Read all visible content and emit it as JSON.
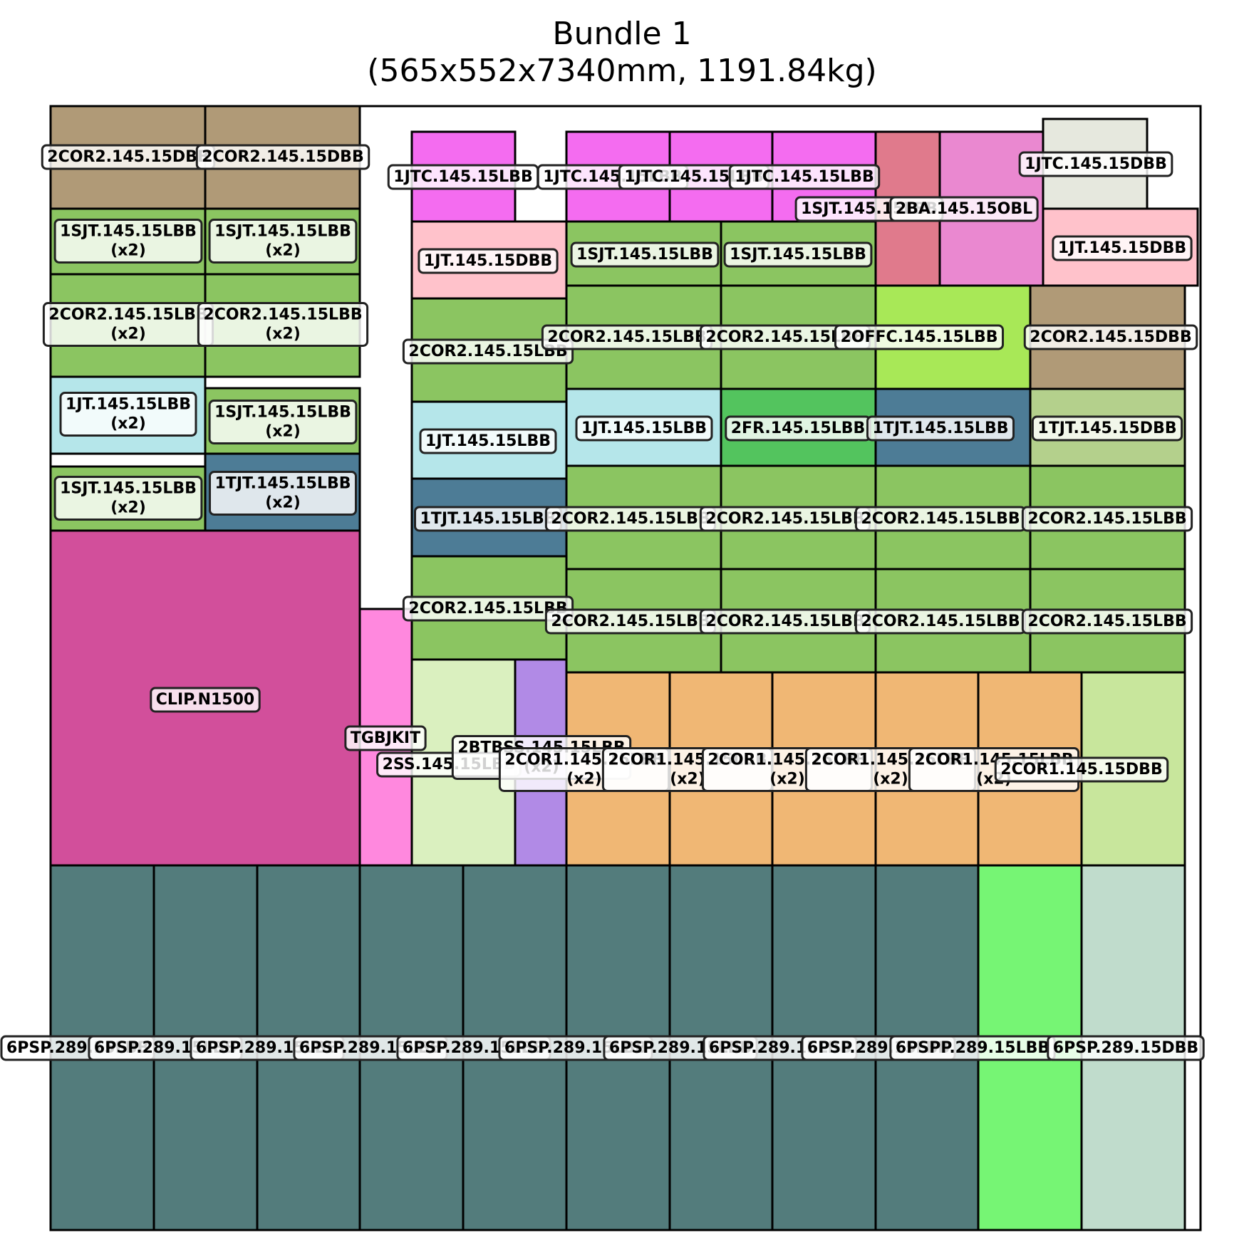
{
  "title_line1": "Bundle 1",
  "title_line2": "(565x552x7340mm, 1191.84kg)",
  "colors": {
    "cor_dbb": "#b09a77",
    "green_lbb": "#8bc561",
    "light_blue": "#b5e6ea",
    "steel_blue": "#4d7c96",
    "magenta_clip": "#d24f9b",
    "pink_tgbjkit": "#ff88de",
    "pink_jtc": "#f46cf0",
    "light_pink": "#ffc2cb",
    "rose_sjt": "#e07a8c",
    "orchid_ba": "#ea88d0",
    "pale_jtc_dbb": "#e6e8de",
    "lime_offc": "#a8e857",
    "green_fr": "#53c45e",
    "sage_tjt": "#b4d08c",
    "pale_green_ss": "#daf0bf",
    "purple_btbss": "#b18ae6",
    "orange_cor1": "#f0b774",
    "light_green_cor1": "#c8e69c",
    "teal_psp": "#537c7c",
    "bright_green_pspp": "#76f574",
    "mint_psp_dbb": "#c0dccc"
  },
  "pieces": [
    {
      "label": "2COR2.145.15DBB",
      "color": "cor_dbb"
    },
    {
      "label": "2COR2.145.15DBB",
      "color": "cor_dbb"
    },
    {
      "label": "1SJT.145.15LBB\n(x2)",
      "color": "green_lbb"
    },
    {
      "label": "1SJT.145.15LBB\n(x2)",
      "color": "green_lbb"
    },
    {
      "label": "2COR2.145.15LBB\n(x2)",
      "color": "green_lbb"
    },
    {
      "label": "2COR2.145.15LBB\n(x2)",
      "color": "green_lbb"
    },
    {
      "label": "1JT.145.15LBB\n(x2)",
      "color": "light_blue"
    },
    {
      "label": "1SJT.145.15LBB\n(x2)",
      "color": "green_lbb"
    },
    {
      "label": "1SJT.145.15LBB\n(x2)",
      "color": "green_lbb"
    },
    {
      "label": "1TJT.145.15LBB\n(x2)",
      "color": "steel_blue"
    },
    {
      "label": "CLIP.N1500",
      "color": "magenta_clip"
    },
    {
      "label": "TGBJKIT",
      "color": "pink_tgbjkit"
    },
    {
      "label": "1JTC.145.15LBB",
      "color": "pink_jtc"
    },
    {
      "label": "1JT.145.15DBB",
      "color": "light_pink"
    },
    {
      "label": "2COR2.145.15LBB",
      "color": "green_lbb"
    },
    {
      "label": "1JT.145.15LBB",
      "color": "light_blue"
    },
    {
      "label": "1TJT.145.15LBB",
      "color": "steel_blue"
    },
    {
      "label": "2COR2.145.15LBB",
      "color": "green_lbb"
    },
    {
      "label": "2SS.145.15LBB",
      "color": "pale_green_ss"
    },
    {
      "label": "2BTBSS.145.15LBB\n(x2)",
      "color": "purple_btbss"
    },
    {
      "label": "1JTC.145.15LBB",
      "color": "pink_jtc"
    },
    {
      "label": "1JTC.145.15LBB",
      "color": "pink_jtc"
    },
    {
      "label": "1JTC.145.15LBB",
      "color": "pink_jtc"
    },
    {
      "label": "1SJT.145.15LBB",
      "color": "rose_sjt"
    },
    {
      "label": "2BA.145.15OBL",
      "color": "orchid_ba"
    },
    {
      "label": "1JTC.145.15DBB",
      "color": "pale_jtc_dbb"
    },
    {
      "label": "1JT.145.15DBB",
      "color": "light_pink"
    },
    {
      "label": "1SJT.145.15LBB",
      "color": "green_lbb"
    },
    {
      "label": "1SJT.145.15LBB",
      "color": "green_lbb"
    },
    {
      "label": "2COR2.145.15LBB",
      "color": "green_lbb"
    },
    {
      "label": "2COR2.145.15LBB",
      "color": "green_lbb"
    },
    {
      "label": "2OFFC.145.15LBB",
      "color": "lime_offc"
    },
    {
      "label": "2COR2.145.15DBB",
      "color": "cor_dbb"
    },
    {
      "label": "1JT.145.15LBB",
      "color": "light_blue"
    },
    {
      "label": "2FR.145.15LBB",
      "color": "green_fr"
    },
    {
      "label": "1TJT.145.15LBB",
      "color": "steel_blue"
    },
    {
      "label": "1TJT.145.15DBB",
      "color": "sage_tjt"
    },
    {
      "label": "2COR2.145.15LBB",
      "color": "green_lbb"
    },
    {
      "label": "2COR2.145.15LBB",
      "color": "green_lbb"
    },
    {
      "label": "2COR2.145.15LBB",
      "color": "green_lbb"
    },
    {
      "label": "2COR2.145.15LBB",
      "color": "green_lbb"
    },
    {
      "label": "2COR2.145.15LBB",
      "color": "green_lbb"
    },
    {
      "label": "2COR2.145.15LBB",
      "color": "green_lbb"
    },
    {
      "label": "2COR2.145.15LBB",
      "color": "green_lbb"
    },
    {
      "label": "2COR2.145.15LBB",
      "color": "green_lbb"
    },
    {
      "label": "2COR1.145.15LBB\n(x2)",
      "color": "orange_cor1"
    },
    {
      "label": "2COR1.145.15LBB\n(x2)",
      "color": "orange_cor1"
    },
    {
      "label": "2COR1.145.15LBB\n(x2)",
      "color": "orange_cor1"
    },
    {
      "label": "2COR1.145.15LBB\n(x2)",
      "color": "orange_cor1"
    },
    {
      "label": "2COR1.145.15LBB\n(x2)",
      "color": "orange_cor1"
    },
    {
      "label": "2COR1.145.15DBB",
      "color": "light_green_cor1"
    },
    {
      "label": "6PSP.289.15LBB",
      "color": "teal_psp"
    },
    {
      "label": "6PSP.289.15LBB",
      "color": "teal_psp"
    },
    {
      "label": "6PSP.289.15LBB",
      "color": "teal_psp"
    },
    {
      "label": "6PSP.289.15LBB",
      "color": "teal_psp"
    },
    {
      "label": "6PSP.289.15LBB",
      "color": "teal_psp"
    },
    {
      "label": "6PSP.289.15LBB",
      "color": "teal_psp"
    },
    {
      "label": "6PSP.289.15LBB",
      "color": "teal_psp"
    },
    {
      "label": "6PSP.289.15LBB",
      "color": "teal_psp"
    },
    {
      "label": "6PSP.289.15LBB",
      "color": "teal_psp"
    },
    {
      "label": "6PSPP.289.15LBB",
      "color": "bright_green_pspp"
    },
    {
      "label": "6PSP.289.15DBB",
      "color": "mint_psp_dbb"
    }
  ]
}
